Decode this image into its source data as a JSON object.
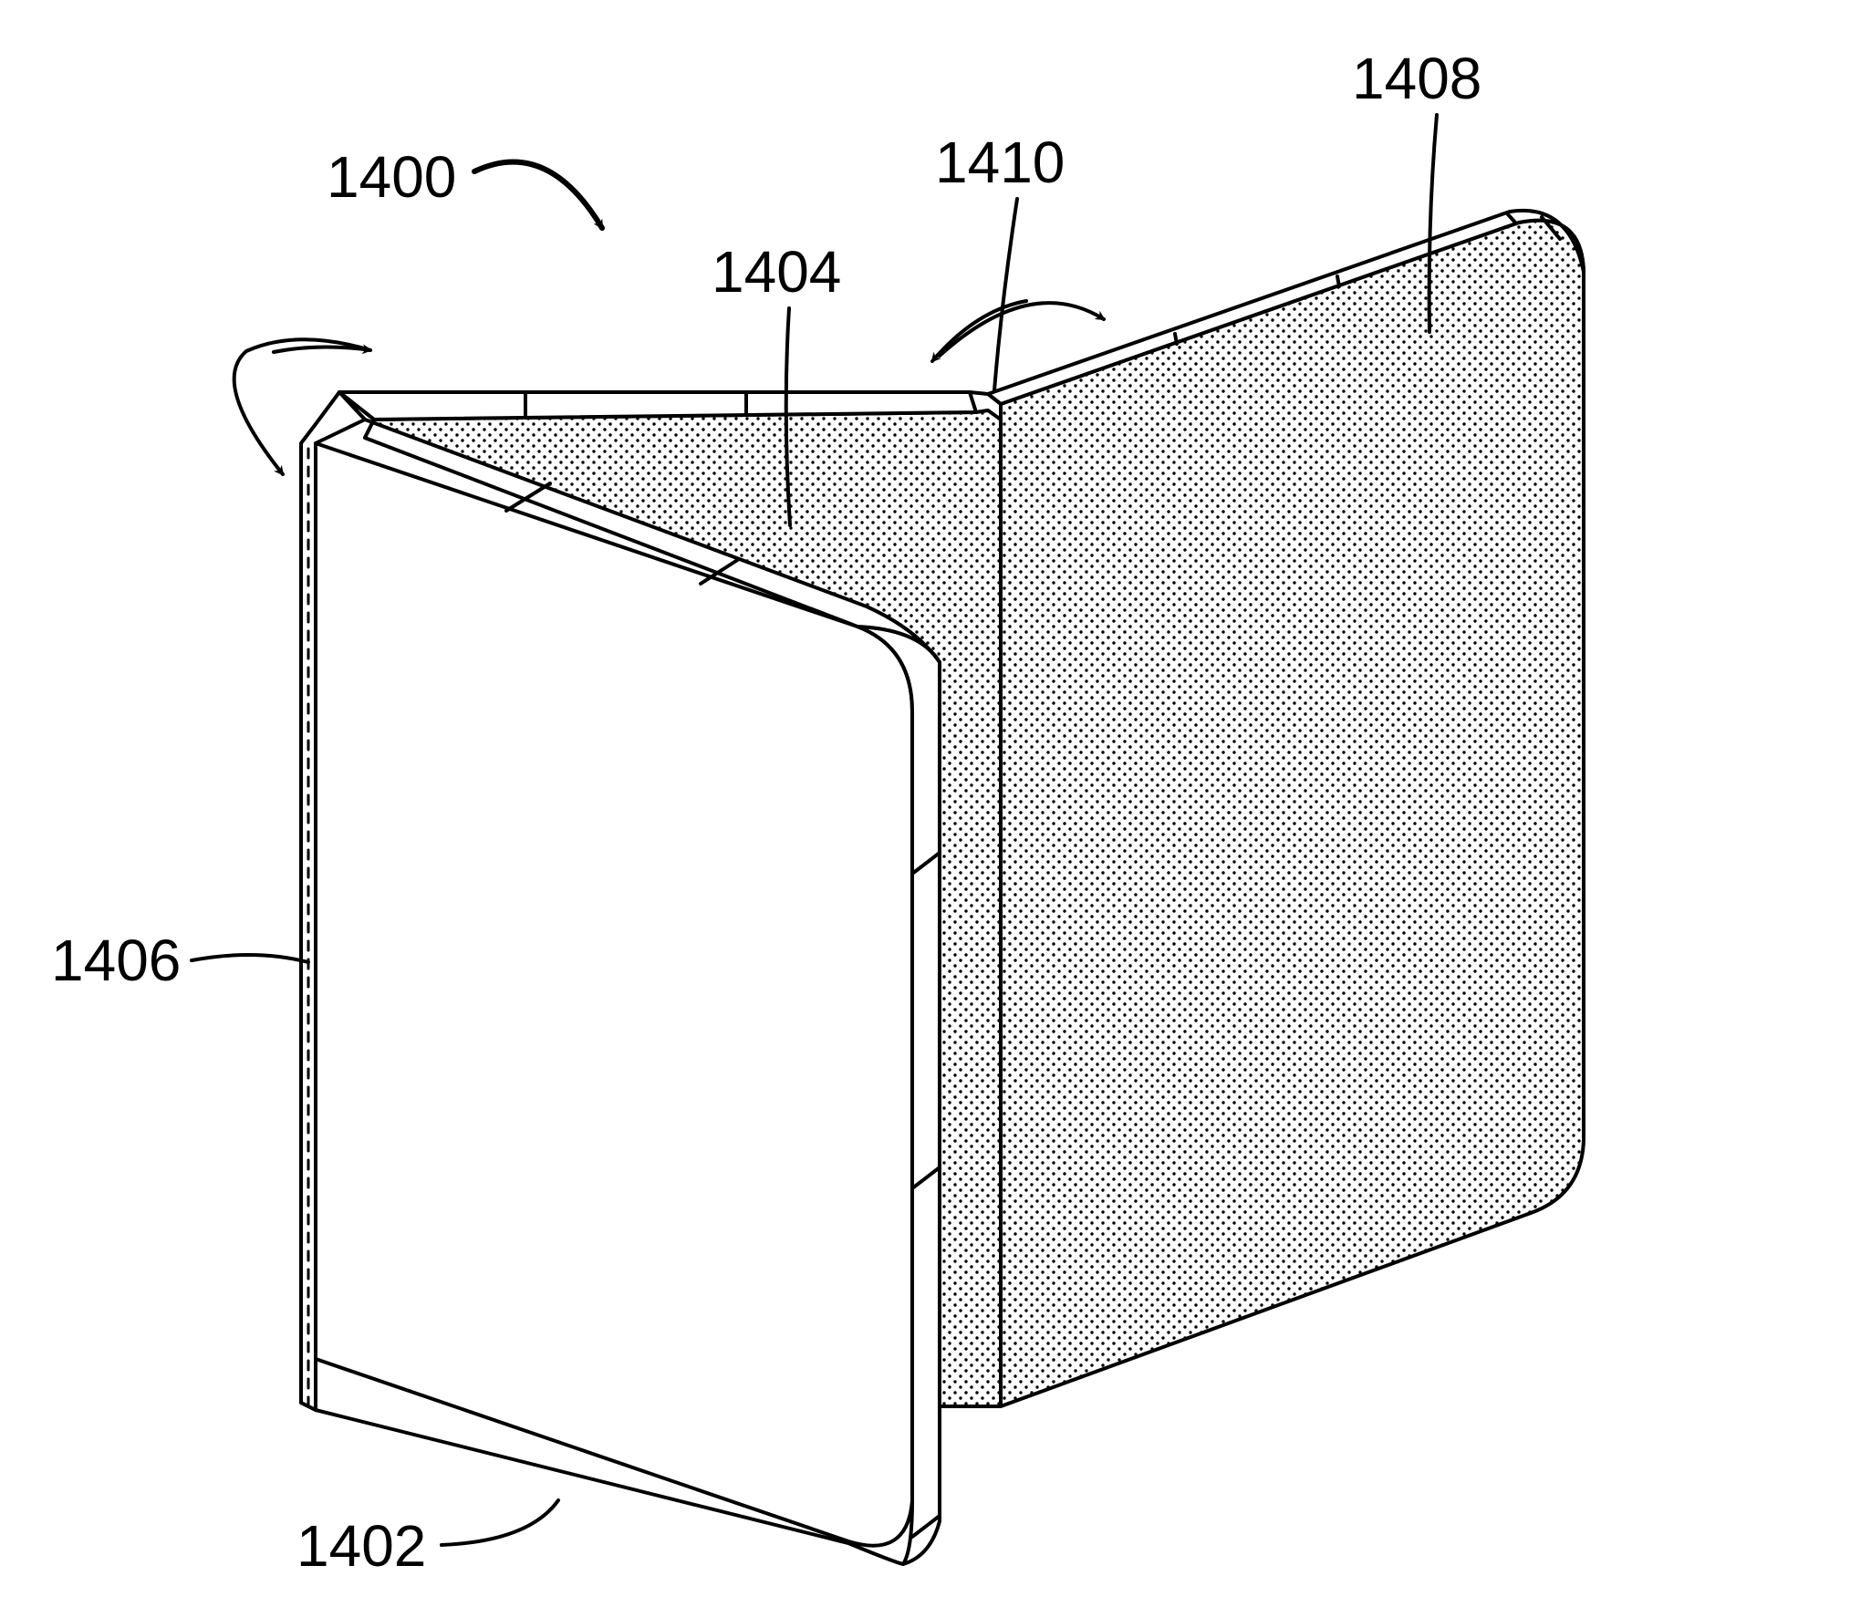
{
  "figure": {
    "labels": {
      "device": "1400",
      "first_panel": "1402",
      "second_panel": "1404",
      "first_hinge_edge": "1406",
      "third_panel": "1408",
      "second_hinge": "1410"
    },
    "colors": {
      "line": "#000000",
      "background": "#ffffff",
      "stipple": "#000000"
    }
  }
}
